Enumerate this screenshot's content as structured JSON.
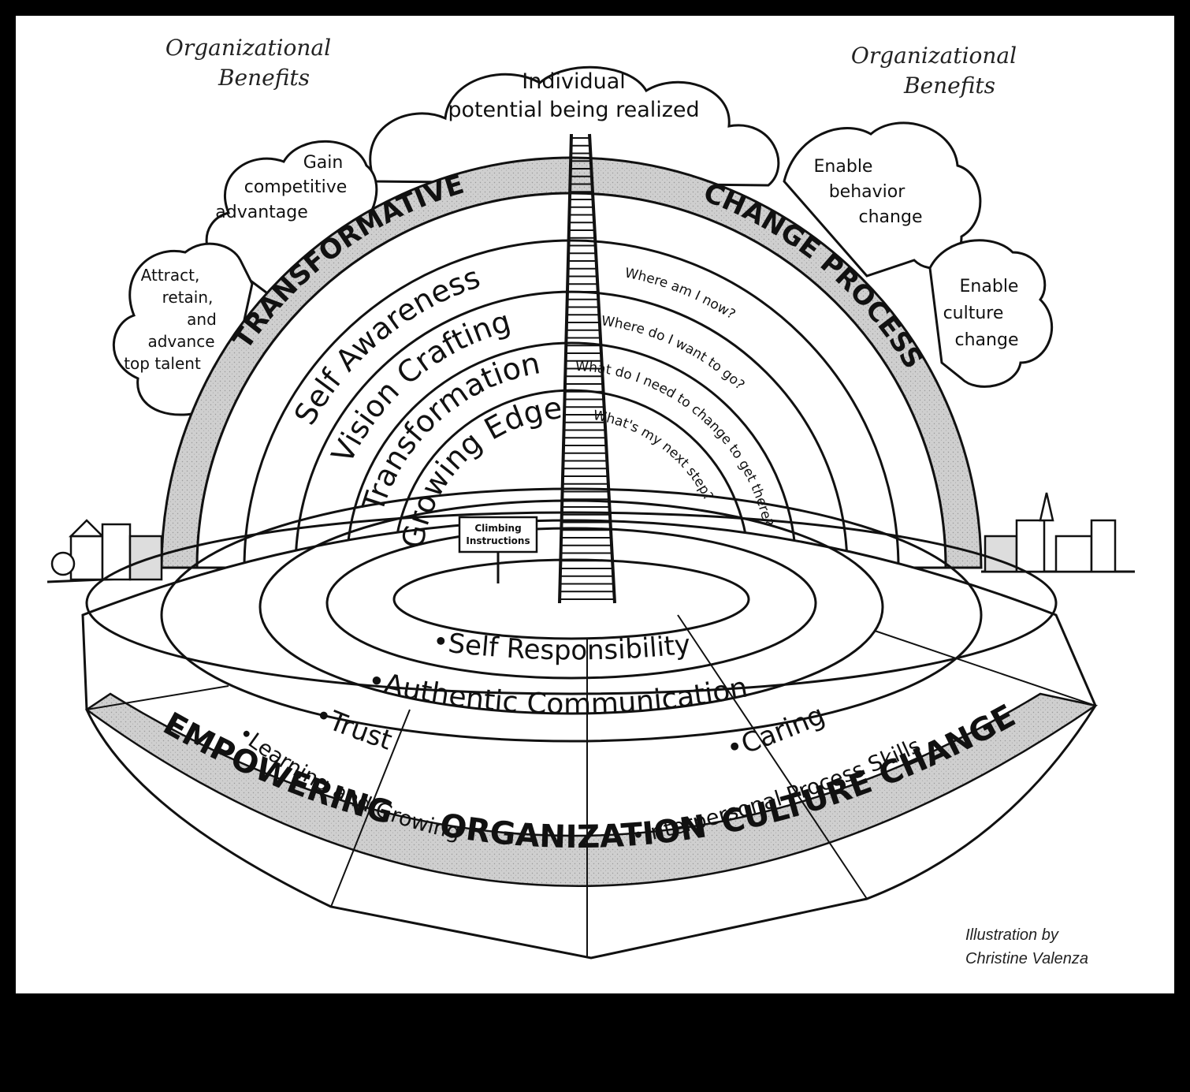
{
  "top_left_header": {
    "line1": "Organizational",
    "line2": "Benefits"
  },
  "top_right_header": {
    "line1": "Organizational",
    "line2": "Benefits"
  },
  "top_cloud": {
    "line1": "Individual",
    "line2": "potential being realized"
  },
  "left_cloud_upper": {
    "line1": "Gain",
    "line2": "competitive",
    "line3": "advantage"
  },
  "left_cloud_lower": {
    "line1": "Attract,",
    "line2": "retain,",
    "line3": "and",
    "line4": "advance",
    "line5": "top talent"
  },
  "right_cloud_upper": {
    "line1": "Enable",
    "line2": "behavior",
    "line3": "change"
  },
  "right_cloud_lower": {
    "line1": "Enable",
    "line2": "culture",
    "line3": "change"
  },
  "arch_band": {
    "left": "TRANSFORMATIVE",
    "right": "CHANGE PROCESS"
  },
  "stages": [
    {
      "name": "Self Awareness",
      "question": "Where am I now?"
    },
    {
      "name": "Vision Crafting",
      "question": "Where do I want to go?"
    },
    {
      "name": "Transformation",
      "question": "What do I need to change to get there?"
    },
    {
      "name": "Growing Edge",
      "question": "What's my next step?"
    }
  ],
  "sign": {
    "line1": "Climbing",
    "line2": "Instructions"
  },
  "values": {
    "self_responsibility": "•Self Responsibility",
    "authentic_communication": "•Authentic Communication",
    "trust": "•Trust",
    "caring": "•Caring",
    "learning": "•Learning and Growing",
    "interpersonal": "•Interpersonal Process Skills"
  },
  "bottom_band": {
    "left": "EMPOWERING",
    "middle": "ORGANIZATION",
    "right": "CULTURE CHANGE"
  },
  "credit": {
    "line1": "Illustration by",
    "line2": "Christine Valenza"
  }
}
